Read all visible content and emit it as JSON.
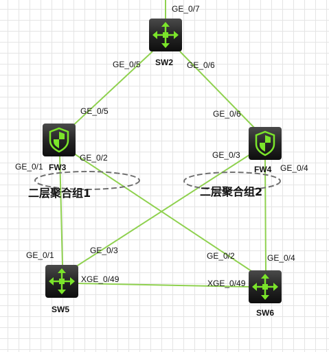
{
  "devices": {
    "sw2": {
      "name": "SW2",
      "icon": "switch-icon"
    },
    "fw3": {
      "name": "FW3",
      "icon": "firewall-icon"
    },
    "fw4": {
      "name": "FW4",
      "icon": "firewall-icon"
    },
    "sw5": {
      "name": "SW5",
      "icon": "switch-icon"
    },
    "sw6": {
      "name": "SW6",
      "icon": "switch-icon"
    }
  },
  "ports": {
    "sw2_ge07": "GE_0/7",
    "sw2_ge05": "GE_0/5",
    "sw2_ge06": "GE_0/6",
    "fw3_ge05": "GE_0/5",
    "fw4_ge06": "GE_0/6",
    "fw3_ge01": "GE_0/1",
    "fw3_ge02": "GE_0/2",
    "fw4_ge03": "GE_0/3",
    "fw4_ge04": "GE_0/4",
    "sw5_ge01": "GE_0/1",
    "sw5_ge03": "GE_0/3",
    "sw5_xge049": "XGE_0/49",
    "sw6_ge02": "GE_0/2",
    "sw6_xge049": "XGE_0/49",
    "sw6_ge04": "GE_0/4"
  },
  "groups": {
    "agg1": "二层聚合组1",
    "agg2": "二层聚合组2"
  },
  "colors": {
    "link": "#8fd14f",
    "icon_accent": "#7be52a",
    "icon_body": "#2a2a2a",
    "grid": "#e4e4e4",
    "ellipse": "#707070"
  }
}
